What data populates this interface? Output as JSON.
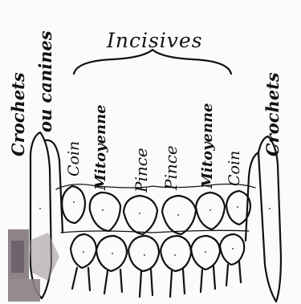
{
  "diagram": {
    "group_label": "Incisives",
    "labels": [
      {
        "id": "crochets-left",
        "text": "Crochets"
      },
      {
        "id": "canines-left",
        "text": "ou canines"
      },
      {
        "id": "coin-left",
        "text": "Coin"
      },
      {
        "id": "mitoyenne-left",
        "text": "Mitoyenne"
      },
      {
        "id": "pince-left",
        "text": "Pince"
      },
      {
        "id": "pince-right",
        "text": "Pince"
      },
      {
        "id": "mitoyenne-right",
        "text": "Mitoyenne"
      },
      {
        "id": "coin-right",
        "text": "Coin"
      },
      {
        "id": "crochets-right",
        "text": "Crochets"
      }
    ]
  },
  "colors": {
    "ink": "#111111",
    "paper": "#fbfbf9",
    "stamp": "#7a6f77"
  }
}
